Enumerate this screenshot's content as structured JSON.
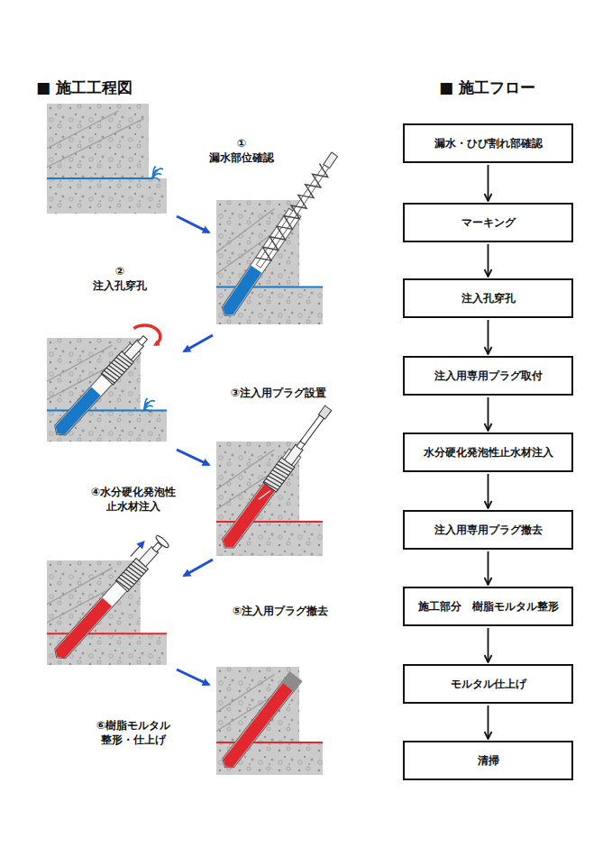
{
  "diagram": {
    "nodes": [
      {
        "text": [
          "漏水・ひび割れ部確認"
        ]
      },
      {
        "text": [
          "マーキング"
        ]
      },
      {
        "text": [
          "注入孔穿孔"
        ]
      },
      {
        "text": [
          "注入用専用プラグ取付"
        ]
      },
      {
        "text": [
          "水分硬化発泡性止水材注入"
        ]
      },
      {
        "text": [
          "注入用専用プラグ撤去"
        ]
      },
      {
        "text": [
          "施工部分　樹脂モルタル整形"
        ]
      },
      {
        "text": [
          "モルタル仕上げ"
        ]
      },
      {
        "text": [
          "清掃"
        ]
      }
    ],
    "edges": [
      {
        "from": 0,
        "to": 1,
        "arrow": "to"
      },
      {
        "from": 1,
        "to": 2,
        "arrow": "to"
      },
      {
        "from": 2,
        "to": 3,
        "arrow": "to"
      },
      {
        "from": 3,
        "to": 4,
        "arrow": "to"
      },
      {
        "from": 4,
        "to": 5,
        "arrow": "to"
      },
      {
        "from": 5,
        "to": 6,
        "arrow": "to"
      },
      {
        "from": 6,
        "to": 7,
        "arrow": "to"
      },
      {
        "from": 7,
        "to": 8,
        "arrow": "to"
      }
    ],
    "labels": [
      "■ 施工工程図",
      "■ 施工フロー",
      "① 漏水部位確認",
      "② 注入孔穿孔",
      "③注入用プラグ設置",
      "④水分硬化発泡性 止水材注入",
      "⑤注入用プラグ撤去",
      "⑥樹脂モルタル 整形・仕上げ"
    ]
  }
}
